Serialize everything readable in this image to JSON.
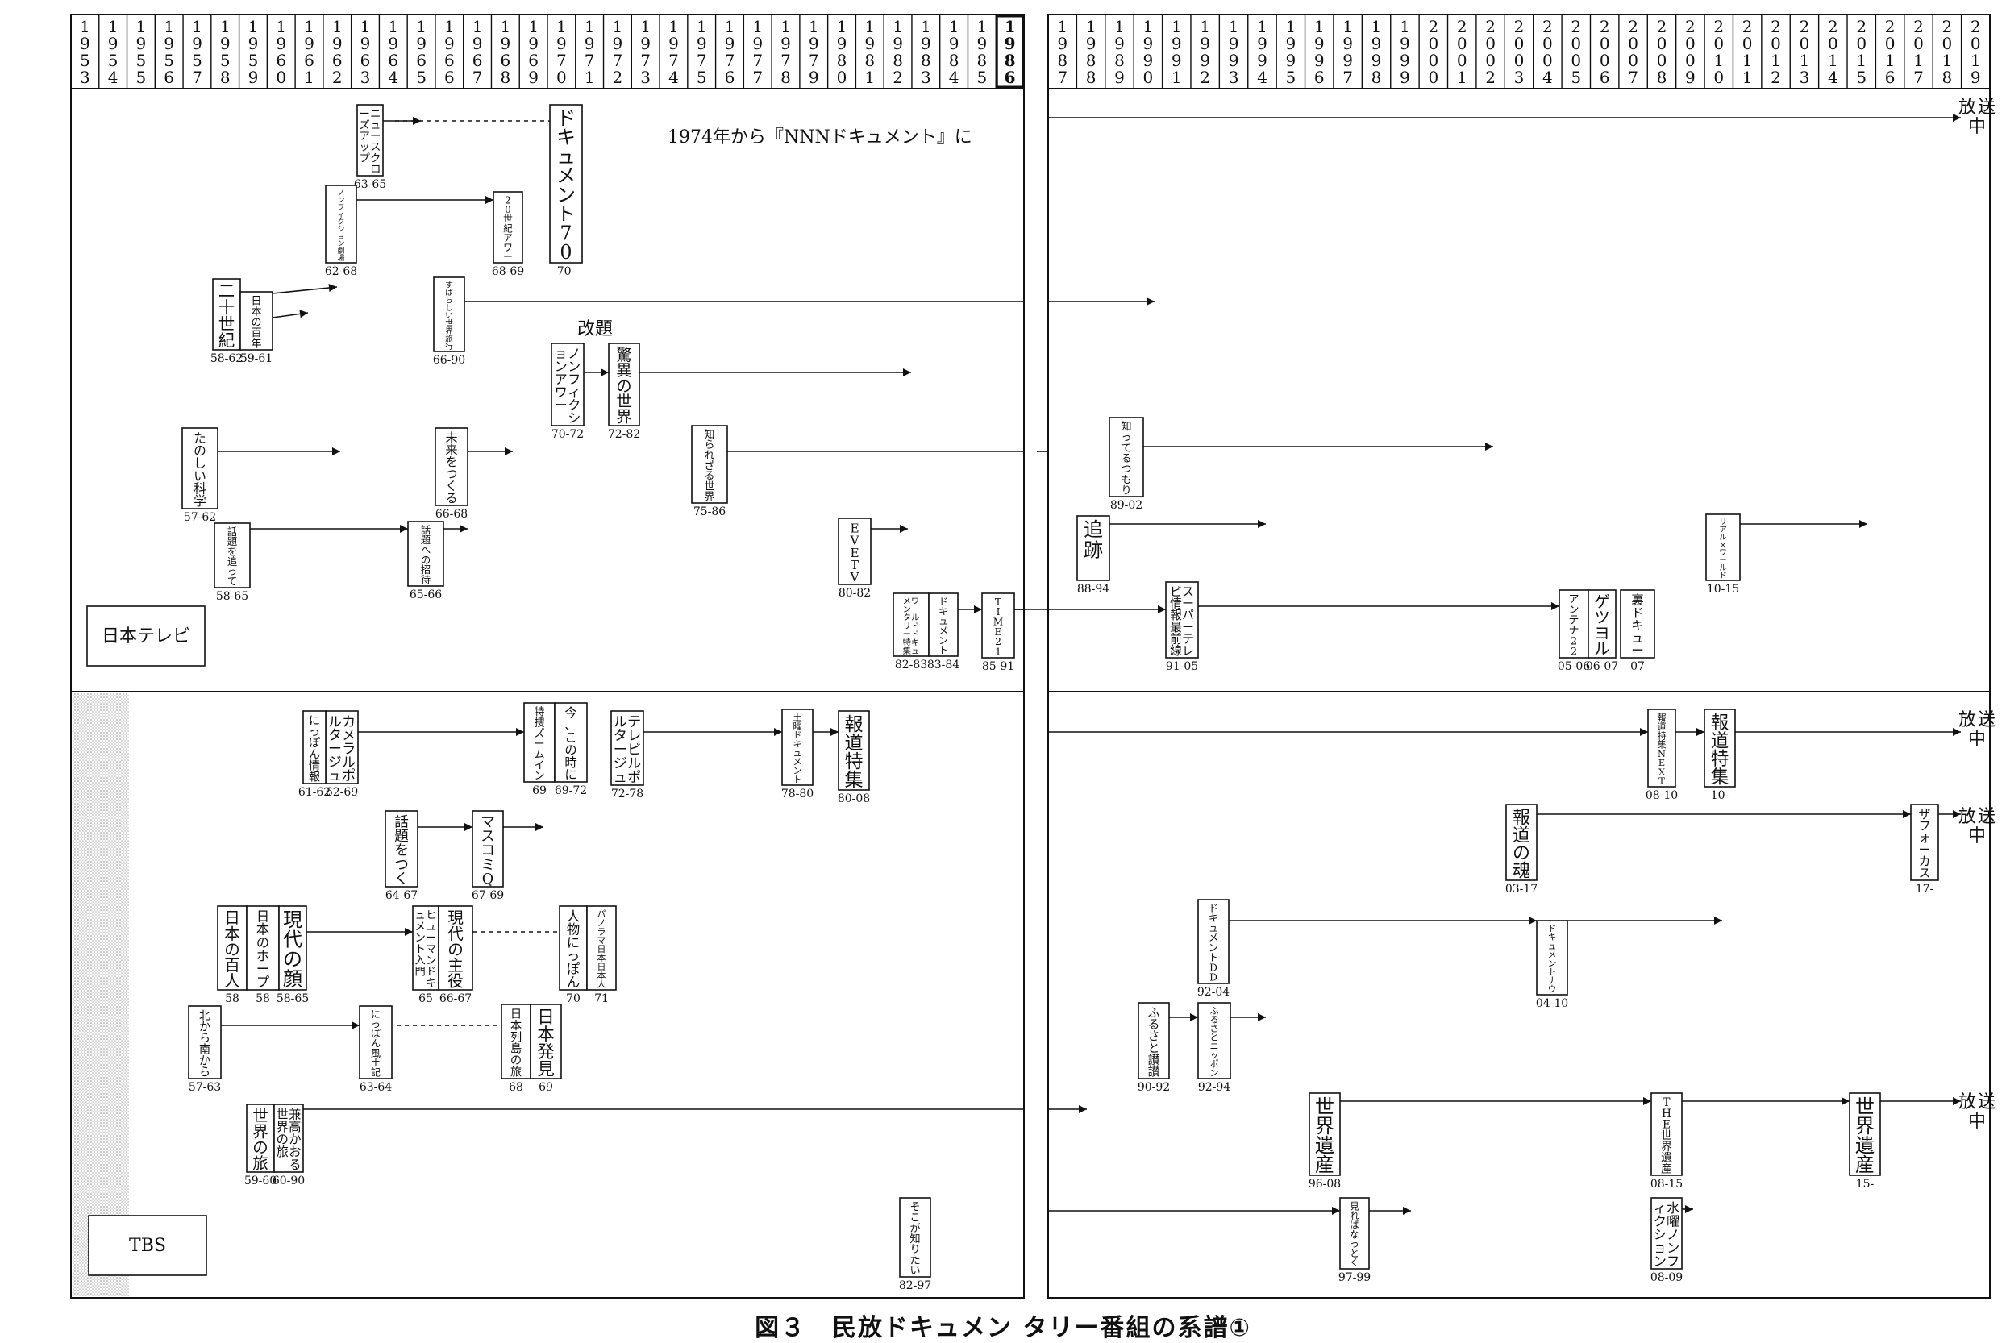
{
  "years": [
    "1953",
    "1954",
    "1955",
    "1956",
    "1957",
    "1958",
    "1959",
    "1960",
    "1961",
    "1962",
    "1963",
    "1964",
    "1965",
    "1966",
    "1967",
    "1968",
    "1969",
    "1970",
    "1971",
    "1972",
    "1973",
    "1974",
    "1975",
    "1976",
    "1977",
    "1978",
    "1979",
    "1980",
    "1981",
    "1982",
    "1983",
    "1984",
    "1985",
    "1986",
    "1987",
    "1988",
    "1989",
    "1990",
    "1991",
    "1992",
    "1993",
    "1994",
    "1995",
    "1996",
    "1997",
    "1998",
    "1999",
    "2000",
    "2001",
    "2002",
    "2003",
    "2004",
    "2005",
    "2006",
    "2007",
    "2008",
    "2009",
    "2010",
    "2011",
    "2012",
    "2013",
    "2014",
    "2015",
    "2016",
    "2017",
    "2018",
    "2019"
  ],
  "station_labels": {
    "ntv": "日本テレビ",
    "tbs": "TBS"
  },
  "on_air_label": "放送中",
  "notes": {
    "renamed": "改題",
    "nnn": "1974年から『NNNドキュメント』に"
  },
  "caption": "図３　民放ドキュメン タリー番組の系譜①",
  "ntv_programs": [
    {
      "id": "n1",
      "title": "ニュースクローズアップ",
      "years": "63-65"
    },
    {
      "id": "n2",
      "title": "ドキュメント70",
      "years": "70-"
    },
    {
      "id": "n3",
      "title": "ノンフィクション劇場",
      "years": "62-68"
    },
    {
      "id": "n4",
      "title": "20世紀アワー",
      "years": "68-69"
    },
    {
      "id": "n5",
      "title": "二十世紀",
      "years": "58-62"
    },
    {
      "id": "n6",
      "title": "日本の百年",
      "years": "59-61"
    },
    {
      "id": "n7",
      "title": "すばらしい世界旅行",
      "years": "66-90"
    },
    {
      "id": "n8",
      "title": "ノンフィクションアワー",
      "years": "70-72"
    },
    {
      "id": "n9",
      "title": "驚異の世界",
      "years": "72-82"
    },
    {
      "id": "n10",
      "title": "たのしい科学",
      "years": "57-62"
    },
    {
      "id": "n11",
      "title": "未来をつくる",
      "years": "66-68"
    },
    {
      "id": "n12",
      "title": "知られざる世界",
      "years": "75-86"
    },
    {
      "id": "n13",
      "title": "知ってるつもり",
      "years": "89-02"
    },
    {
      "id": "n14",
      "title": "話題を追って",
      "years": "58-65"
    },
    {
      "id": "n15",
      "title": "話題への招待",
      "years": "65-66"
    },
    {
      "id": "n16",
      "title": "EVE TV",
      "years": "80-82"
    },
    {
      "id": "n17",
      "title": "追跡",
      "years": "88-94"
    },
    {
      "id": "n18",
      "title": "リアル×ワールド",
      "years": "10-15"
    },
    {
      "id": "n19",
      "title": "ワールドドキュメンタリー特集",
      "years": "82-83"
    },
    {
      "id": "n19b",
      "title": "ドキュメント",
      "years": "83-84"
    },
    {
      "id": "n20",
      "title": "TIME21",
      "years": "85-91"
    },
    {
      "id": "n21",
      "title": "スーパーテレビ情報最前線",
      "years": "91-05"
    },
    {
      "id": "n22",
      "title": "アンテナ22",
      "years": "05-06"
    },
    {
      "id": "n23",
      "title": "ゲツヨル!",
      "years": "06-07"
    },
    {
      "id": "n24",
      "title": "裏ドキュー",
      "years": "07"
    }
  ],
  "tbs_programs": [
    {
      "id": "t1",
      "title": "カメラ・ルポルタージュ",
      "years": "62-69"
    },
    {
      "id": "t1b",
      "title": "にっぽん情報",
      "years": "61-62"
    },
    {
      "id": "t2",
      "title": "特捜ズームイン",
      "years": "69"
    },
    {
      "id": "t3",
      "title": "今、この時に",
      "years": "69-72"
    },
    {
      "id": "t4",
      "title": "テレビ・ルポルタージュ",
      "years": "72-78"
    },
    {
      "id": "t5",
      "title": "土曜ドキュメント",
      "years": "78-80"
    },
    {
      "id": "t6",
      "title": "報道特集",
      "years": "80-08"
    },
    {
      "id": "t7",
      "title": "報道特集NEXT",
      "years": "08-10"
    },
    {
      "id": "t8",
      "title": "報道特集",
      "years": "10-"
    },
    {
      "id": "t9",
      "title": "話題をつく",
      "years": "64-67"
    },
    {
      "id": "t10",
      "title": "マスコミQ",
      "years": "67-69"
    },
    {
      "id": "t11",
      "title": "報道の魂",
      "years": "03-17"
    },
    {
      "id": "t12",
      "title": "ザ・フォーカス",
      "years": "17-"
    },
    {
      "id": "t13",
      "title": "日本の百人",
      "years": "58"
    },
    {
      "id": "t14",
      "title": "日本のホープ",
      "years": "58"
    },
    {
      "id": "t15",
      "title": "現代の顔",
      "years": "58-65"
    },
    {
      "id": "t16",
      "title": "ヒューマンドキュメント入門",
      "years": "65"
    },
    {
      "id": "t17",
      "title": "現代の主役",
      "years": "66-67"
    },
    {
      "id": "t18",
      "title": "人物にっぽん",
      "years": "70"
    },
    {
      "id": "t19",
      "title": "パノラマ日本・日本人",
      "years": "71"
    },
    {
      "id": "t20",
      "title": "ドキュメントDD",
      "years": "92-04"
    },
    {
      "id": "t21",
      "title": "ドキュメントナウ",
      "years": "04-10"
    },
    {
      "id": "t22",
      "title": "北から南から",
      "years": "57-63"
    },
    {
      "id": "t23",
      "title": "にっぽん風土記",
      "years": "63-64"
    },
    {
      "id": "t24",
      "title": "日本列島の旅",
      "years": "68"
    },
    {
      "id": "t25",
      "title": "日本発見",
      "years": "69"
    },
    {
      "id": "t26",
      "title": "ふるさと讃讃",
      "years": "90-92"
    },
    {
      "id": "t27",
      "title": "ふるさとニッポン",
      "years": "92-94"
    },
    {
      "id": "t28",
      "title": "世界の旅",
      "years": "59-60"
    },
    {
      "id": "t29",
      "title": "兼高かおる世界の旅",
      "years": "60-90"
    },
    {
      "id": "t30",
      "title": "世界遺産",
      "years": "96-08"
    },
    {
      "id": "t31",
      "title": "THE世界遺産",
      "years": "08-15"
    },
    {
      "id": "t32",
      "title": "世界遺産",
      "years": "15-"
    },
    {
      "id": "t33",
      "title": "そこが知りたい",
      "years": "82-97"
    },
    {
      "id": "t34",
      "title": "見ればなっとく!",
      "years": "97-99"
    },
    {
      "id": "t35",
      "title": "水曜ノンフィクション",
      "years": "08-09"
    }
  ]
}
